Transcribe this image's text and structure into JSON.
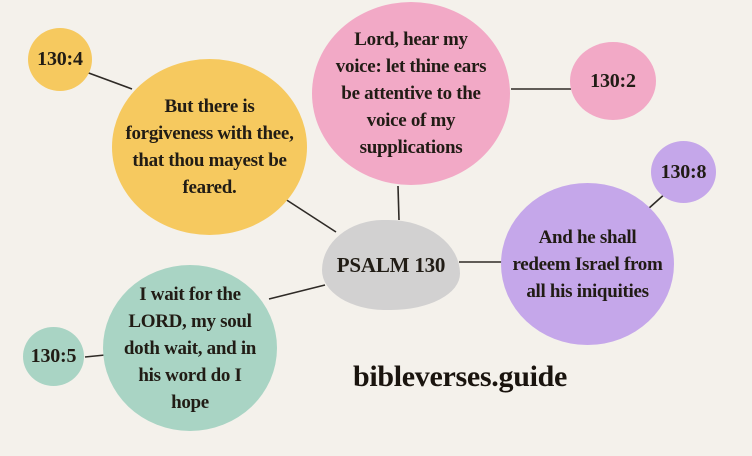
{
  "canvas": {
    "background": "#f4f1eb",
    "watermark": "bibleverses.guide"
  },
  "center_node": {
    "label": "PSALM 130",
    "color": "#d2d1d1"
  },
  "verse_nodes": [
    {
      "reference": "130:2",
      "color": "#f2a9c6",
      "text": "Lord, hear my voice: let thine ears be attentive to the voice of my supplications",
      "lines": [
        "Lord, hear my",
        "voice: let thine ears",
        "be attentive to the",
        "voice of my",
        "supplications"
      ]
    },
    {
      "reference": "130:4",
      "color": "#f6c95f",
      "text": "But there is forgiveness with thee, that thou mayest be feared.",
      "lines": [
        "But there is",
        "forgiveness with thee,",
        "that thou mayest be",
        "feared."
      ]
    },
    {
      "reference": "130:5",
      "color": "#a9d4c4",
      "text": "I wait for the LORD, my soul doth wait, and in his word do I hope",
      "lines": [
        "I wait for the",
        "LORD, my soul",
        "doth wait, and in",
        "his word do I",
        "hope"
      ]
    },
    {
      "reference": "130:8",
      "color": "#c5a7ea",
      "text": "And he shall redeem Israel from all his iniquities",
      "lines": [
        "And he shall",
        "redeem Israel from",
        "all his iniquities"
      ]
    }
  ],
  "colors": {
    "text": "#211c15",
    "connector": "#2e2a26"
  }
}
